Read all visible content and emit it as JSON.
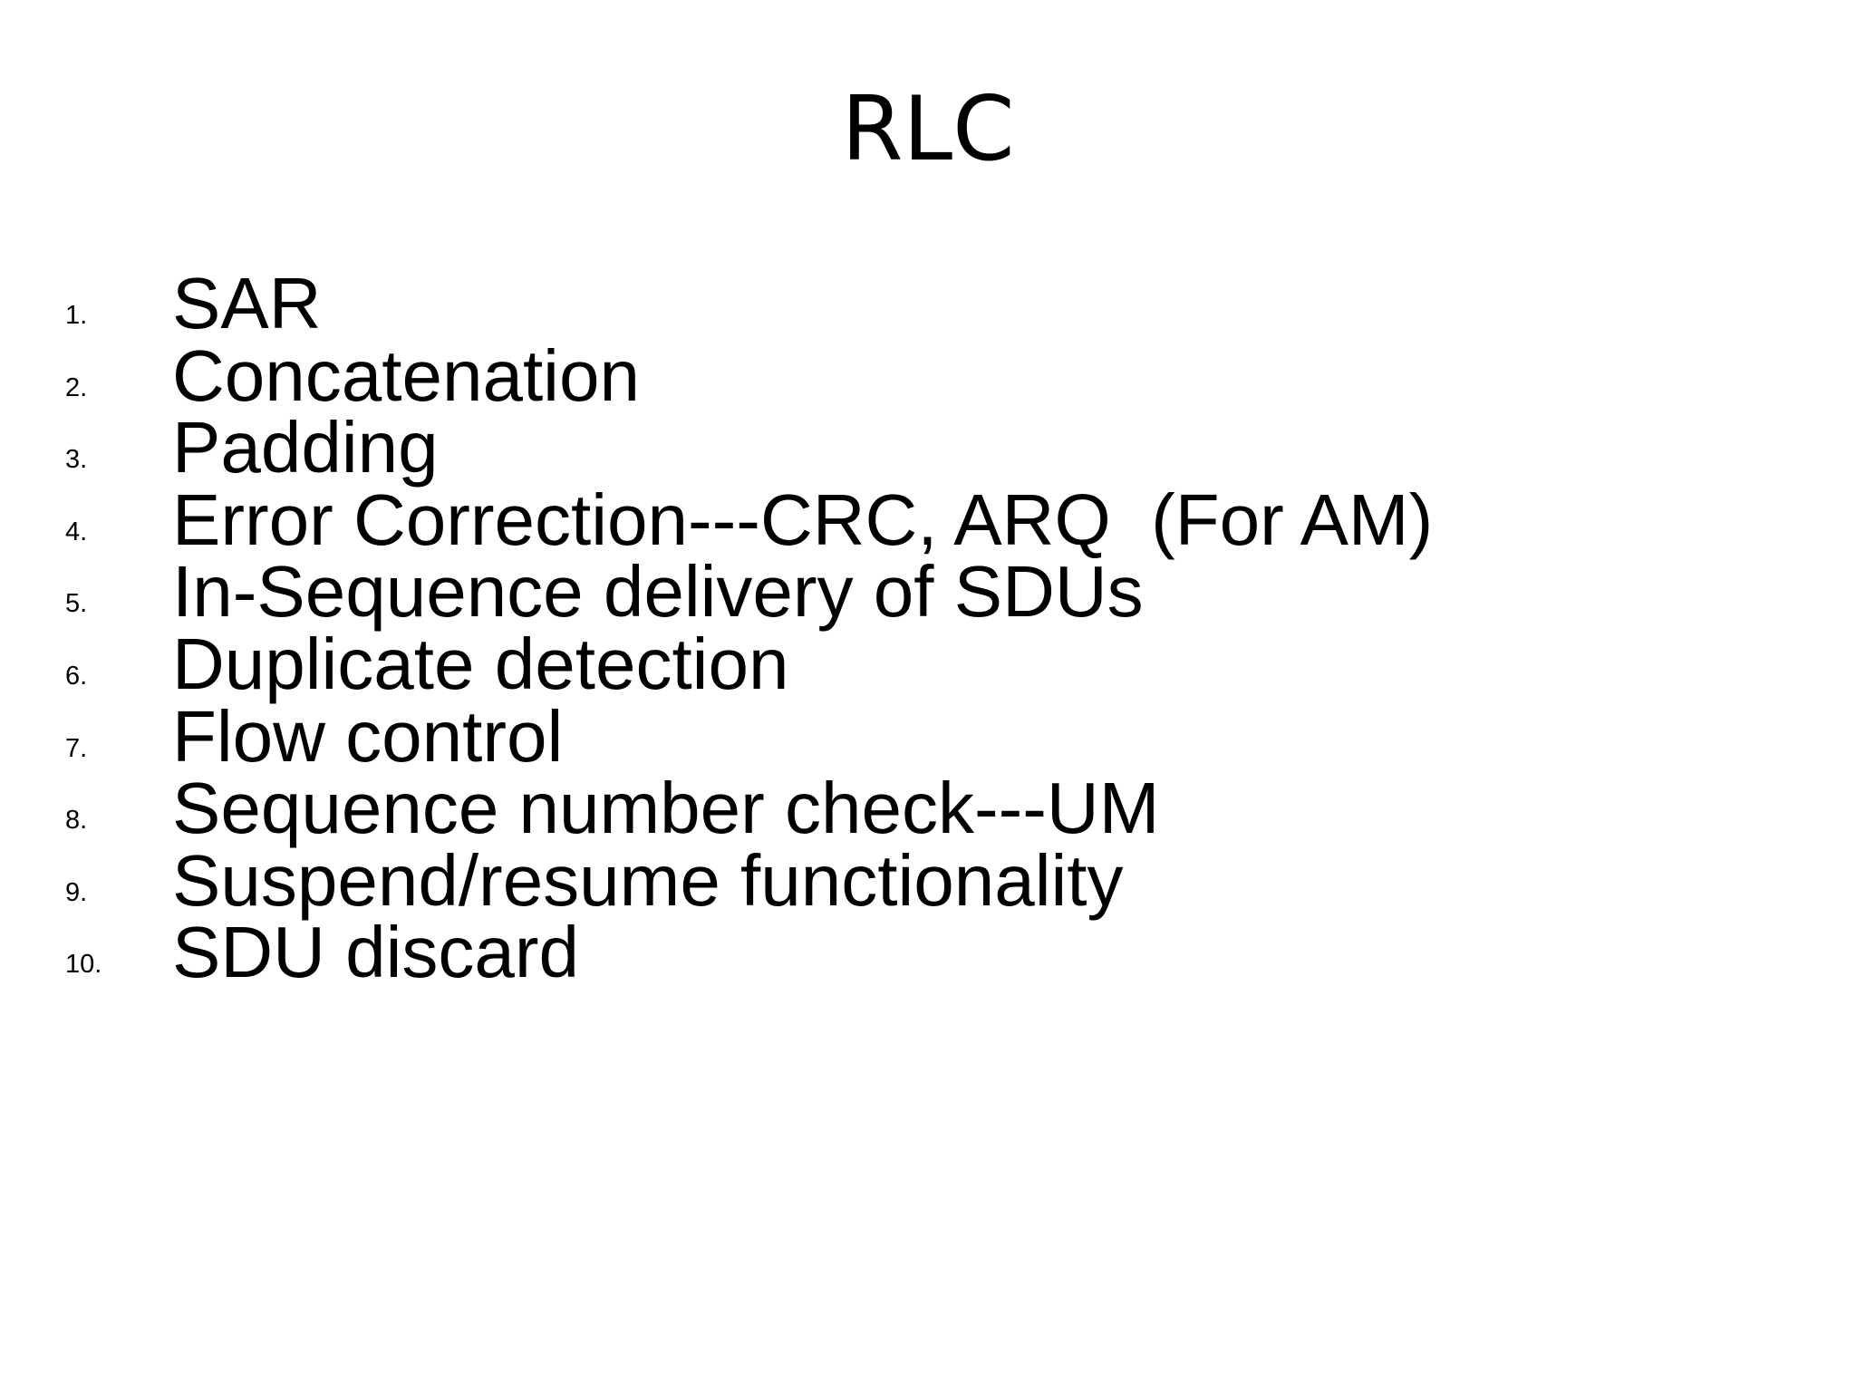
{
  "slide": {
    "title": "RLC",
    "items": [
      {
        "number": "1.",
        "text": "SAR"
      },
      {
        "number": "2.",
        "text": "Concatenation"
      },
      {
        "number": "3.",
        "text": "Padding"
      },
      {
        "number": "4.",
        "text": "Error Correction---CRC, ARQ  (For AM)"
      },
      {
        "number": "5.",
        "text": "In-Sequence delivery of SDUs"
      },
      {
        "number": "6.",
        "text": "Duplicate detection"
      },
      {
        "number": "7.",
        "text": "Flow control"
      },
      {
        "number": "8.",
        "text": "Sequence number check---UM"
      },
      {
        "number": "9.",
        "text": "Suspend/resume functionality"
      },
      {
        "number": "10.",
        "text": "SDU discard"
      }
    ]
  }
}
